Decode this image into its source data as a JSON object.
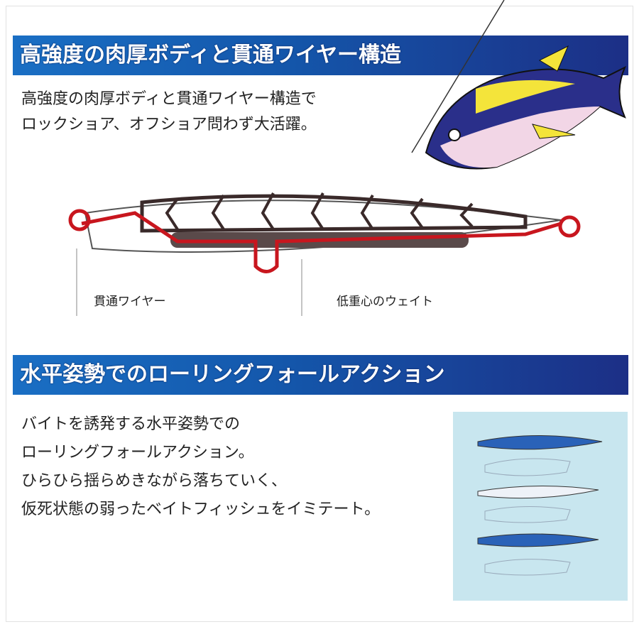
{
  "section1": {
    "title": "高強度の肉厚ボディと貫通ワイヤー構造",
    "lines": [
      "高強度の肉厚ボディと貫通ワイヤー構造で",
      "ロックショア、オフショア問わず大活躍。"
    ],
    "labels": {
      "wire": "貫通ワイヤー",
      "weight": "低重心のウェイト"
    }
  },
  "section2": {
    "title": "水平姿勢でのローリングフォールアクション",
    "lines": [
      "バイトを誘発する水平姿勢での",
      "ローリングフォールアクション。",
      "ひらひら揺らめきながら落ちていく、",
      "仮死状態の弱ったベイトフィッシュをイミテート。"
    ]
  },
  "colors": {
    "banner": "#1456aa",
    "wire": "#c8161e",
    "panel": "#c8e6ef"
  }
}
